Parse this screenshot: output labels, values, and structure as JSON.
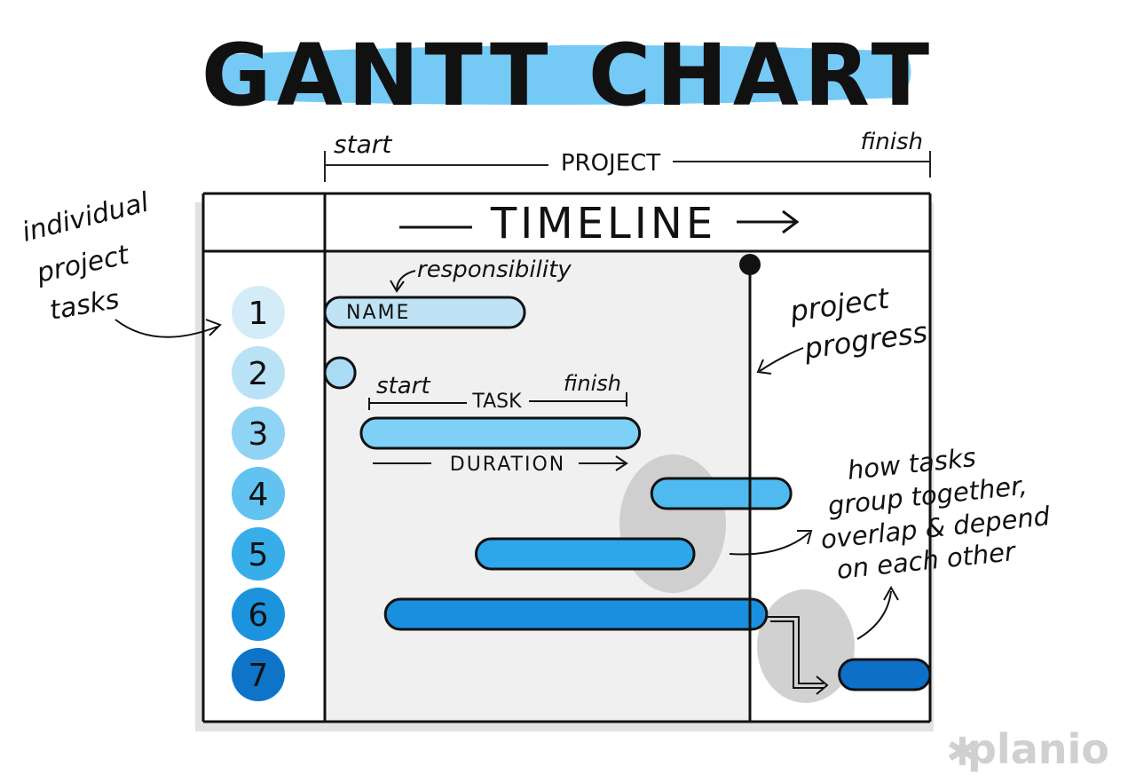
{
  "title": "GANTT CHART",
  "project_bracket": {
    "start": "start",
    "label": "PROJECT",
    "finish": "finish"
  },
  "timeline_label": "TIMELINE",
  "annotations": {
    "individual_tasks": [
      "individual",
      "project",
      "tasks"
    ],
    "responsibility": "responsibility",
    "name": "NAME",
    "task_start": "start",
    "task_label": "TASK",
    "task_finish": "finish",
    "duration": "DURATION",
    "project_progress": [
      "project",
      "progress"
    ],
    "grouping": [
      "how tasks",
      "group together,",
      "overlap & depend",
      "on each other"
    ]
  },
  "tasks": [
    {
      "number": "1",
      "start": 0.0,
      "end": 0.33,
      "color": "#bfe3f5"
    },
    {
      "number": "2",
      "start": 0.0,
      "end": 0.05,
      "color": "#a9dbf5"
    },
    {
      "number": "3",
      "start": 0.06,
      "end": 0.52,
      "color": "#7fd0f7"
    },
    {
      "number": "4",
      "start": 0.54,
      "end": 0.77,
      "color": "#4fbaf0"
    },
    {
      "number": "5",
      "start": 0.25,
      "end": 0.61,
      "color": "#2ea6ec"
    },
    {
      "number": "6",
      "start": 0.1,
      "end": 0.73,
      "color": "#1a8fe0"
    },
    {
      "number": "7",
      "start": 0.85,
      "end": 1.0,
      "color": "#0d6fc6"
    }
  ],
  "circle_colors": [
    "#d4ecf8",
    "#b9e2f6",
    "#8fd3f5",
    "#62c2f0",
    "#37aeea",
    "#1d93de",
    "#0d74c8"
  ],
  "progress_fraction": 0.71,
  "colors": {
    "highlight": "#5cc1f3",
    "grid": "#111111",
    "panel": "#f0f0f0",
    "shadow": "#c9c9c9",
    "logo": "#d0d0d0"
  },
  "logo": "planio"
}
